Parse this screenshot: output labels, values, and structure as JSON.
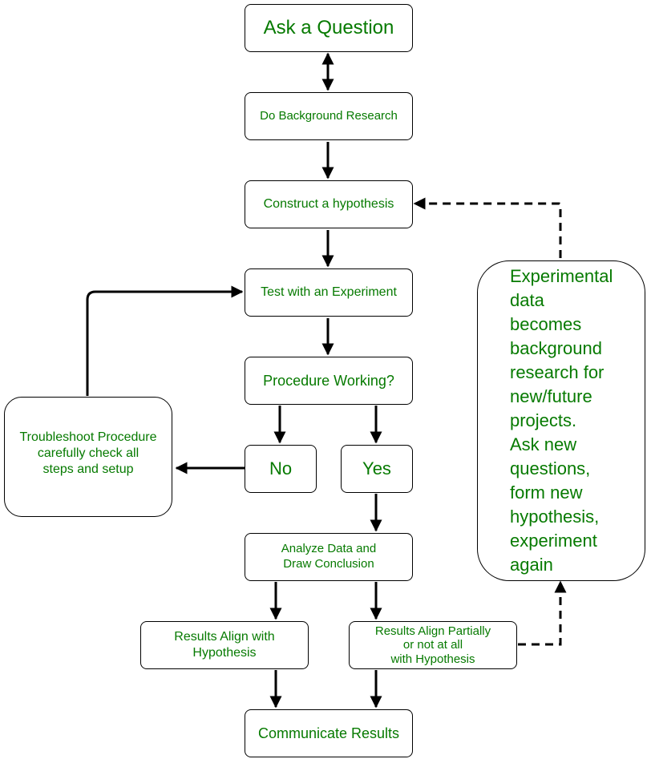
{
  "flowchart": {
    "ask_question": "Ask a Question",
    "background_research": "Do Background Research",
    "hypothesis": "Construct a hypothesis",
    "experiment": "Test with an Experiment",
    "procedure_working": "Procedure Working?",
    "no": "No",
    "yes": "Yes",
    "troubleshoot": "Troubleshoot Procedure\ncarefully check all\nsteps and setup",
    "analyze": "Analyze Data and\nDraw Conclusion",
    "results_align": "Results Align with\nHypothesis",
    "results_partial": "Results Align Partially\nor not at all\nwith Hypothesis",
    "communicate": "Communicate Results",
    "feedback_note": "Experimental\ndata\nbecomes\nbackground\nresearch for\nnew/future\nprojects.\nAsk new\nquestions,\nform new\nhypothesis,\nexperiment\nagain"
  },
  "colors": {
    "text": "#067a00",
    "lines": "#000000"
  }
}
